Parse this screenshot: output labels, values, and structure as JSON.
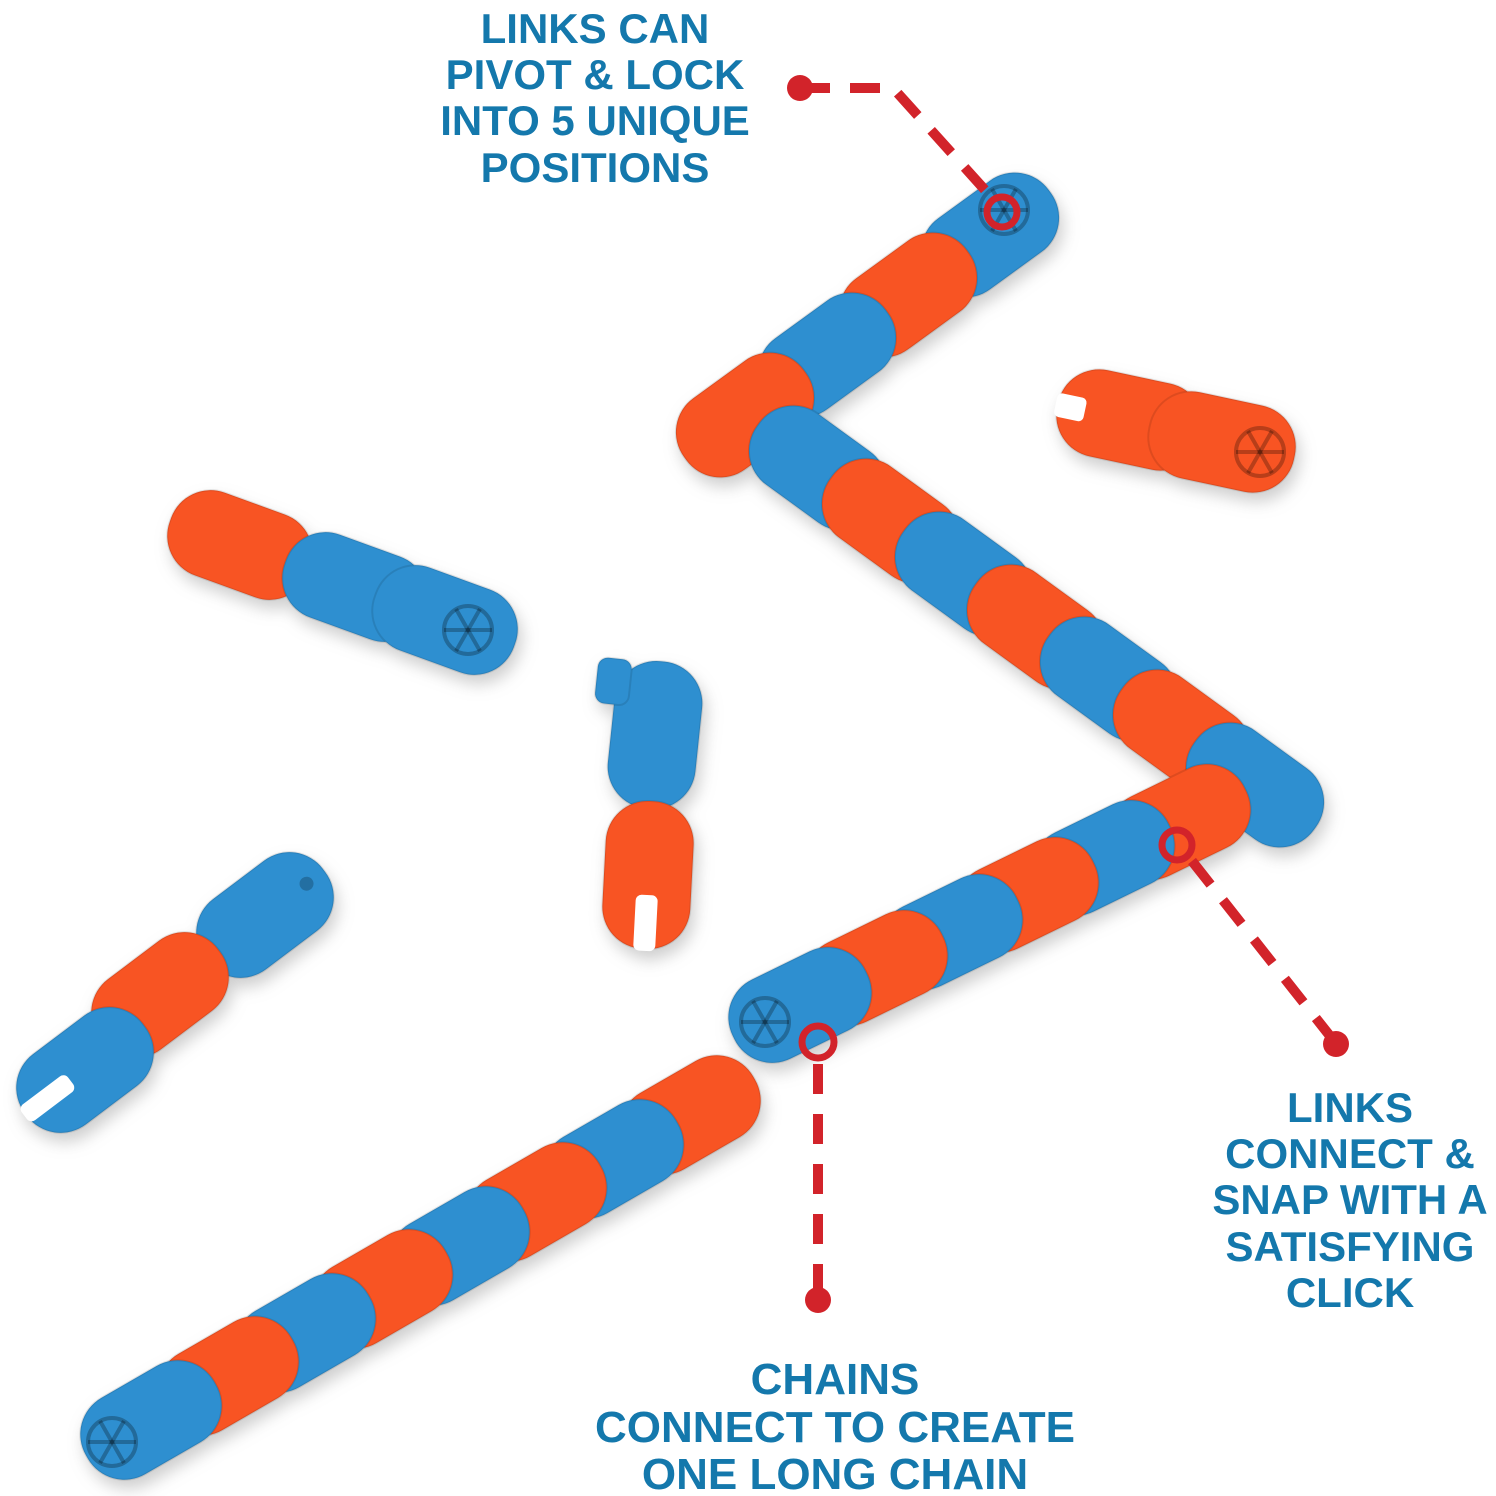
{
  "colors": {
    "background": "#ffffff",
    "toy_orange": "#f85423",
    "toy_blue": "#2e8fd0",
    "callout_text_blue": "#1478ac",
    "leader_red": "#d2232a"
  },
  "callouts": {
    "pivot": {
      "lines": [
        "LINKS CAN",
        "PIVOT & LOCK",
        "INTO 5 UNIQUE",
        "POSITIONS"
      ]
    },
    "snap": {
      "lines": [
        "LINKS",
        "CONNECT &",
        "SNAP WITH A",
        "SATISFYING",
        "CLICK"
      ]
    },
    "chains": {
      "lines": [
        "CHAINS",
        "CONNECT TO CREATE",
        "ONE LONG CHAIN"
      ]
    }
  }
}
